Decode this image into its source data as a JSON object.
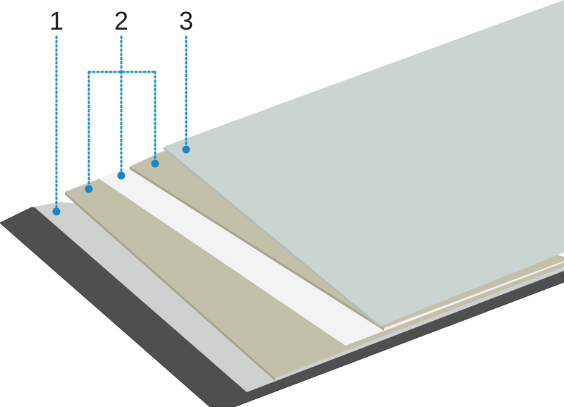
{
  "diagram": {
    "callouts": [
      {
        "label": "1"
      },
      {
        "label": "2"
      },
      {
        "label": "3"
      }
    ],
    "colors": {
      "base_dark": "#4f4f4f",
      "base_dark_edge": "#3a3a3a",
      "layer_light_grey": "#cfd1d1",
      "layer_beige": "#c3c0aa",
      "layer_beige_edge": "#a8a48d",
      "layer_fleece": "#f3f3f3",
      "layer_top": "#cad5d1",
      "layer_top_edge": "#b2bdb8",
      "leader_line": "#1e90c8",
      "marker_dot": "#1686c2"
    }
  }
}
